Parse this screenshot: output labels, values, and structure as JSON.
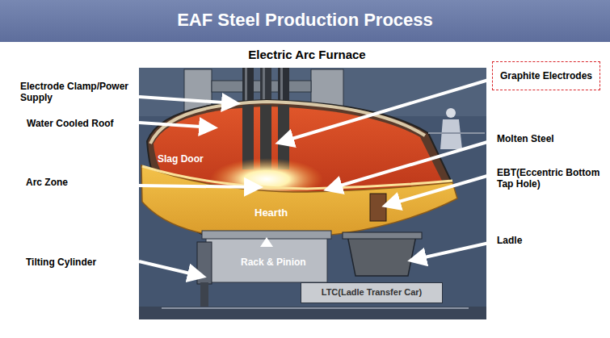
{
  "diagram": {
    "title": "EAF Steel Production Process",
    "nodes": [
      {
        "text": [
          "Graphite Electrodes"
        ]
      },
      {
        "text": [
          "LTC(Ladle Transfer Car)"
        ]
      }
    ],
    "labels": [
      "Electric Arc Furnace",
      "Electrode Clamp/Power Supply",
      "Water Cooled Roof",
      "Slag Door",
      "Arc Zone",
      "Hearth",
      "Rack & Pinion",
      "Tilting Cylinder",
      "Molten Steel",
      "EBT(Eccentric Bottom Tap Hole)",
      "Ladle"
    ]
  }
}
